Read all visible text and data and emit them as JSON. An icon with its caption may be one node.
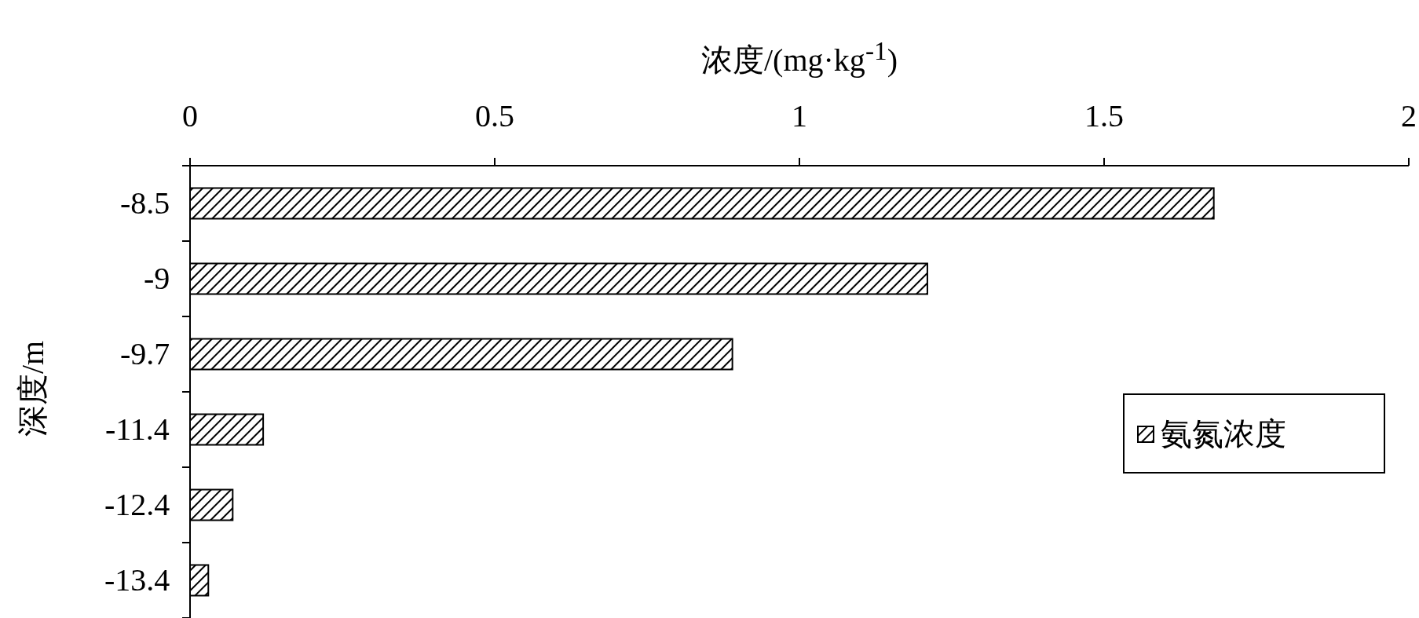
{
  "diagram": {
    "chart_data": {
      "type": "bar",
      "orientation": "horizontal",
      "xlabel": "浓度/(mg·kg$^{-1}$)",
      "ylabel": "深度/m",
      "categories": [
        "-8.5",
        "-9",
        "-9.7",
        "-11.4",
        "-12.4",
        "-13.4"
      ],
      "series": [
        {
          "name": "氨氮浓度",
          "values": [
            1.68,
            1.21,
            0.89,
            0.12,
            0.07,
            0.03
          ]
        }
      ],
      "xlim": [
        0,
        2
      ],
      "xticks": [
        0,
        0.5,
        1,
        1.5,
        2
      ]
    }
  }
}
